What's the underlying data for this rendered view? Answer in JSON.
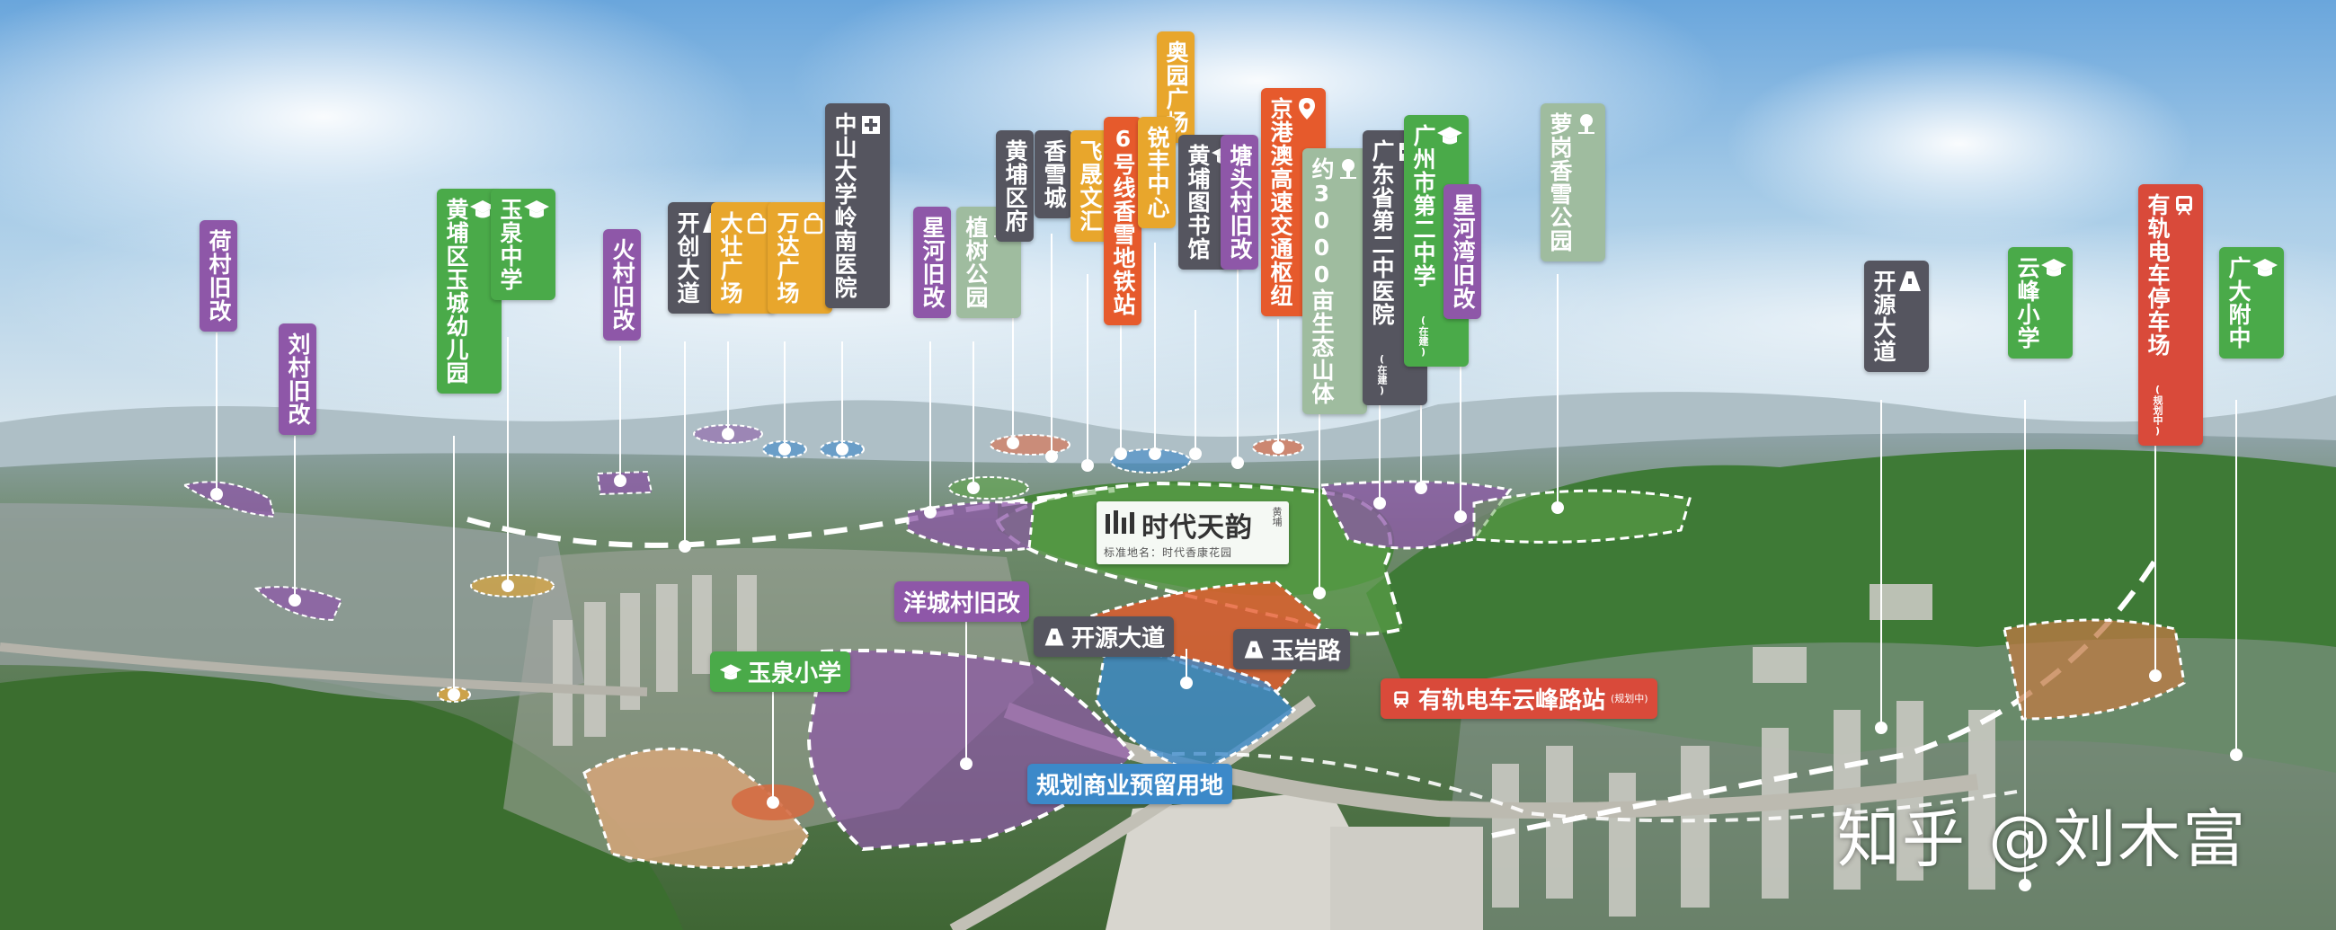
{
  "colors": {
    "purple": "#8e57a8",
    "green": "#4aaa49",
    "yellow": "#e8a62c",
    "dark": "#55555f",
    "orange": "#e65a2c",
    "sage": "#9fbc9f",
    "blue": "#3c89c9",
    "red": "#d94a3a"
  },
  "labels": {
    "hecun": "荷村旧改",
    "liucun": "刘村旧改",
    "yucheng_kindergarten": "黄埔区玉城幼儿园",
    "yuquan_middle": "玉泉中学",
    "huocun": "火村旧改",
    "kaichuang": "开创大道",
    "dazhuang": "大壮广场",
    "wanda": "万达广场",
    "sysu_hospital": "中山大学岭南医院",
    "xinghe": "星河旧改",
    "zhishu_park": "植树公园",
    "huangpu_gov": "黄埔区府",
    "xiangxue_city": "香雪城",
    "feisheng": "飞晟文汇",
    "metro6": "6号线香雪地铁站",
    "olympic": "奥园广场",
    "ruifeng": "锐丰中心",
    "library": "黄埔图书馆",
    "tangtou": "塘头村旧改",
    "hub": "京港澳高速交通枢纽",
    "eco_mountain": "约3000亩生态山体",
    "gd_hospital": "广东省第二中医院",
    "gd_hospital_note": "(在建)",
    "gz_school": "广州市第二中学",
    "gz_school_note": "(在建)",
    "xinghewan": "星河湾旧改",
    "luogang_park": "萝岗香雪公园",
    "kaiyuan_vert": "开源大道",
    "yunfeng_primary": "云峰小学",
    "tram_depot": "有轨电车停车场",
    "tram_depot_note": "(规划中)",
    "gd_affiliated": "广大附中",
    "yangcheng": "洋城村旧改",
    "yuquan_primary": "玉泉小学",
    "kaiyuan_road": "开源大道",
    "yuyan_road": "玉岩路",
    "tram_station": "有轨电车云峰路站",
    "tram_station_note": "(规划中)",
    "commercial": "规划商业预留用地"
  },
  "logo": {
    "name": "时代天韵",
    "side": "黄埔",
    "sub": "标准地名：时代香康花园"
  },
  "watermark": "知乎 @刘木富"
}
